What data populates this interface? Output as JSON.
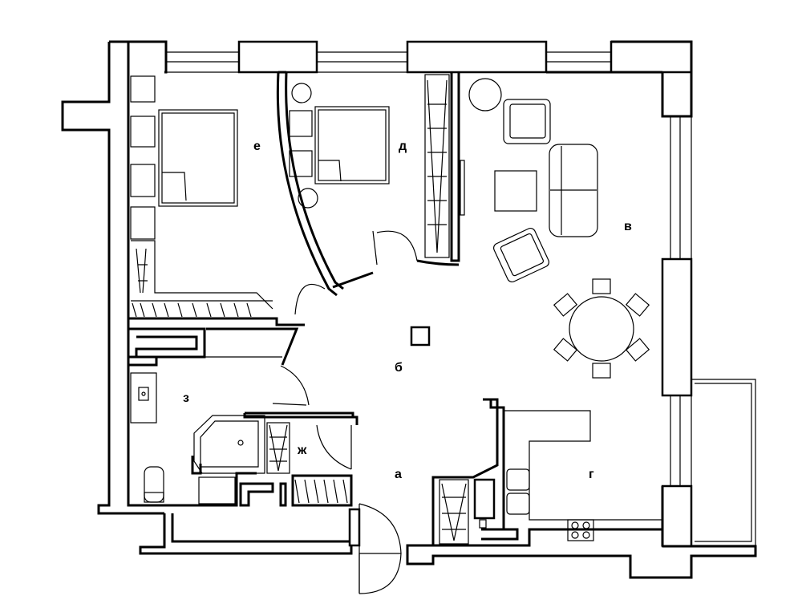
{
  "rooms": {
    "a": "а",
    "b": "б",
    "v": "в",
    "g": "г",
    "d": "д",
    "e": "е",
    "zh": "ж",
    "z": "з"
  }
}
